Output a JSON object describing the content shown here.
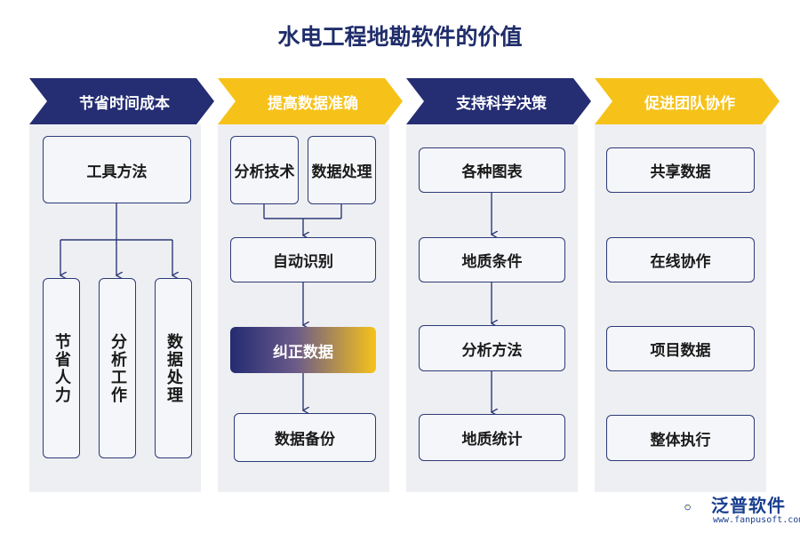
{
  "title": "水电工程地勘软件的价值",
  "colors": {
    "navy": "#252d73",
    "gold": "#f6c21a",
    "panel": "#eeeff2",
    "line": "#2c3a78"
  },
  "columns": [
    {
      "header": "节省时间成本",
      "top": "工具方法",
      "items": [
        "节省人力",
        "分析工作",
        "数据处理"
      ]
    },
    {
      "header": "提高数据准确",
      "pair": [
        "分析技术",
        "数据处理"
      ],
      "steps": [
        "自动识别",
        "纠正数据",
        "数据备份"
      ]
    },
    {
      "header": "支持科学决策",
      "steps": [
        "各种图表",
        "地质条件",
        "分析方法",
        "地质统计"
      ]
    },
    {
      "header": "促进团队协作",
      "items": [
        "共享数据",
        "在线协作",
        "项目数据",
        "整体执行"
      ]
    }
  ],
  "logo": {
    "name": "泛普软件",
    "url": "www.fanpusoft.com"
  }
}
